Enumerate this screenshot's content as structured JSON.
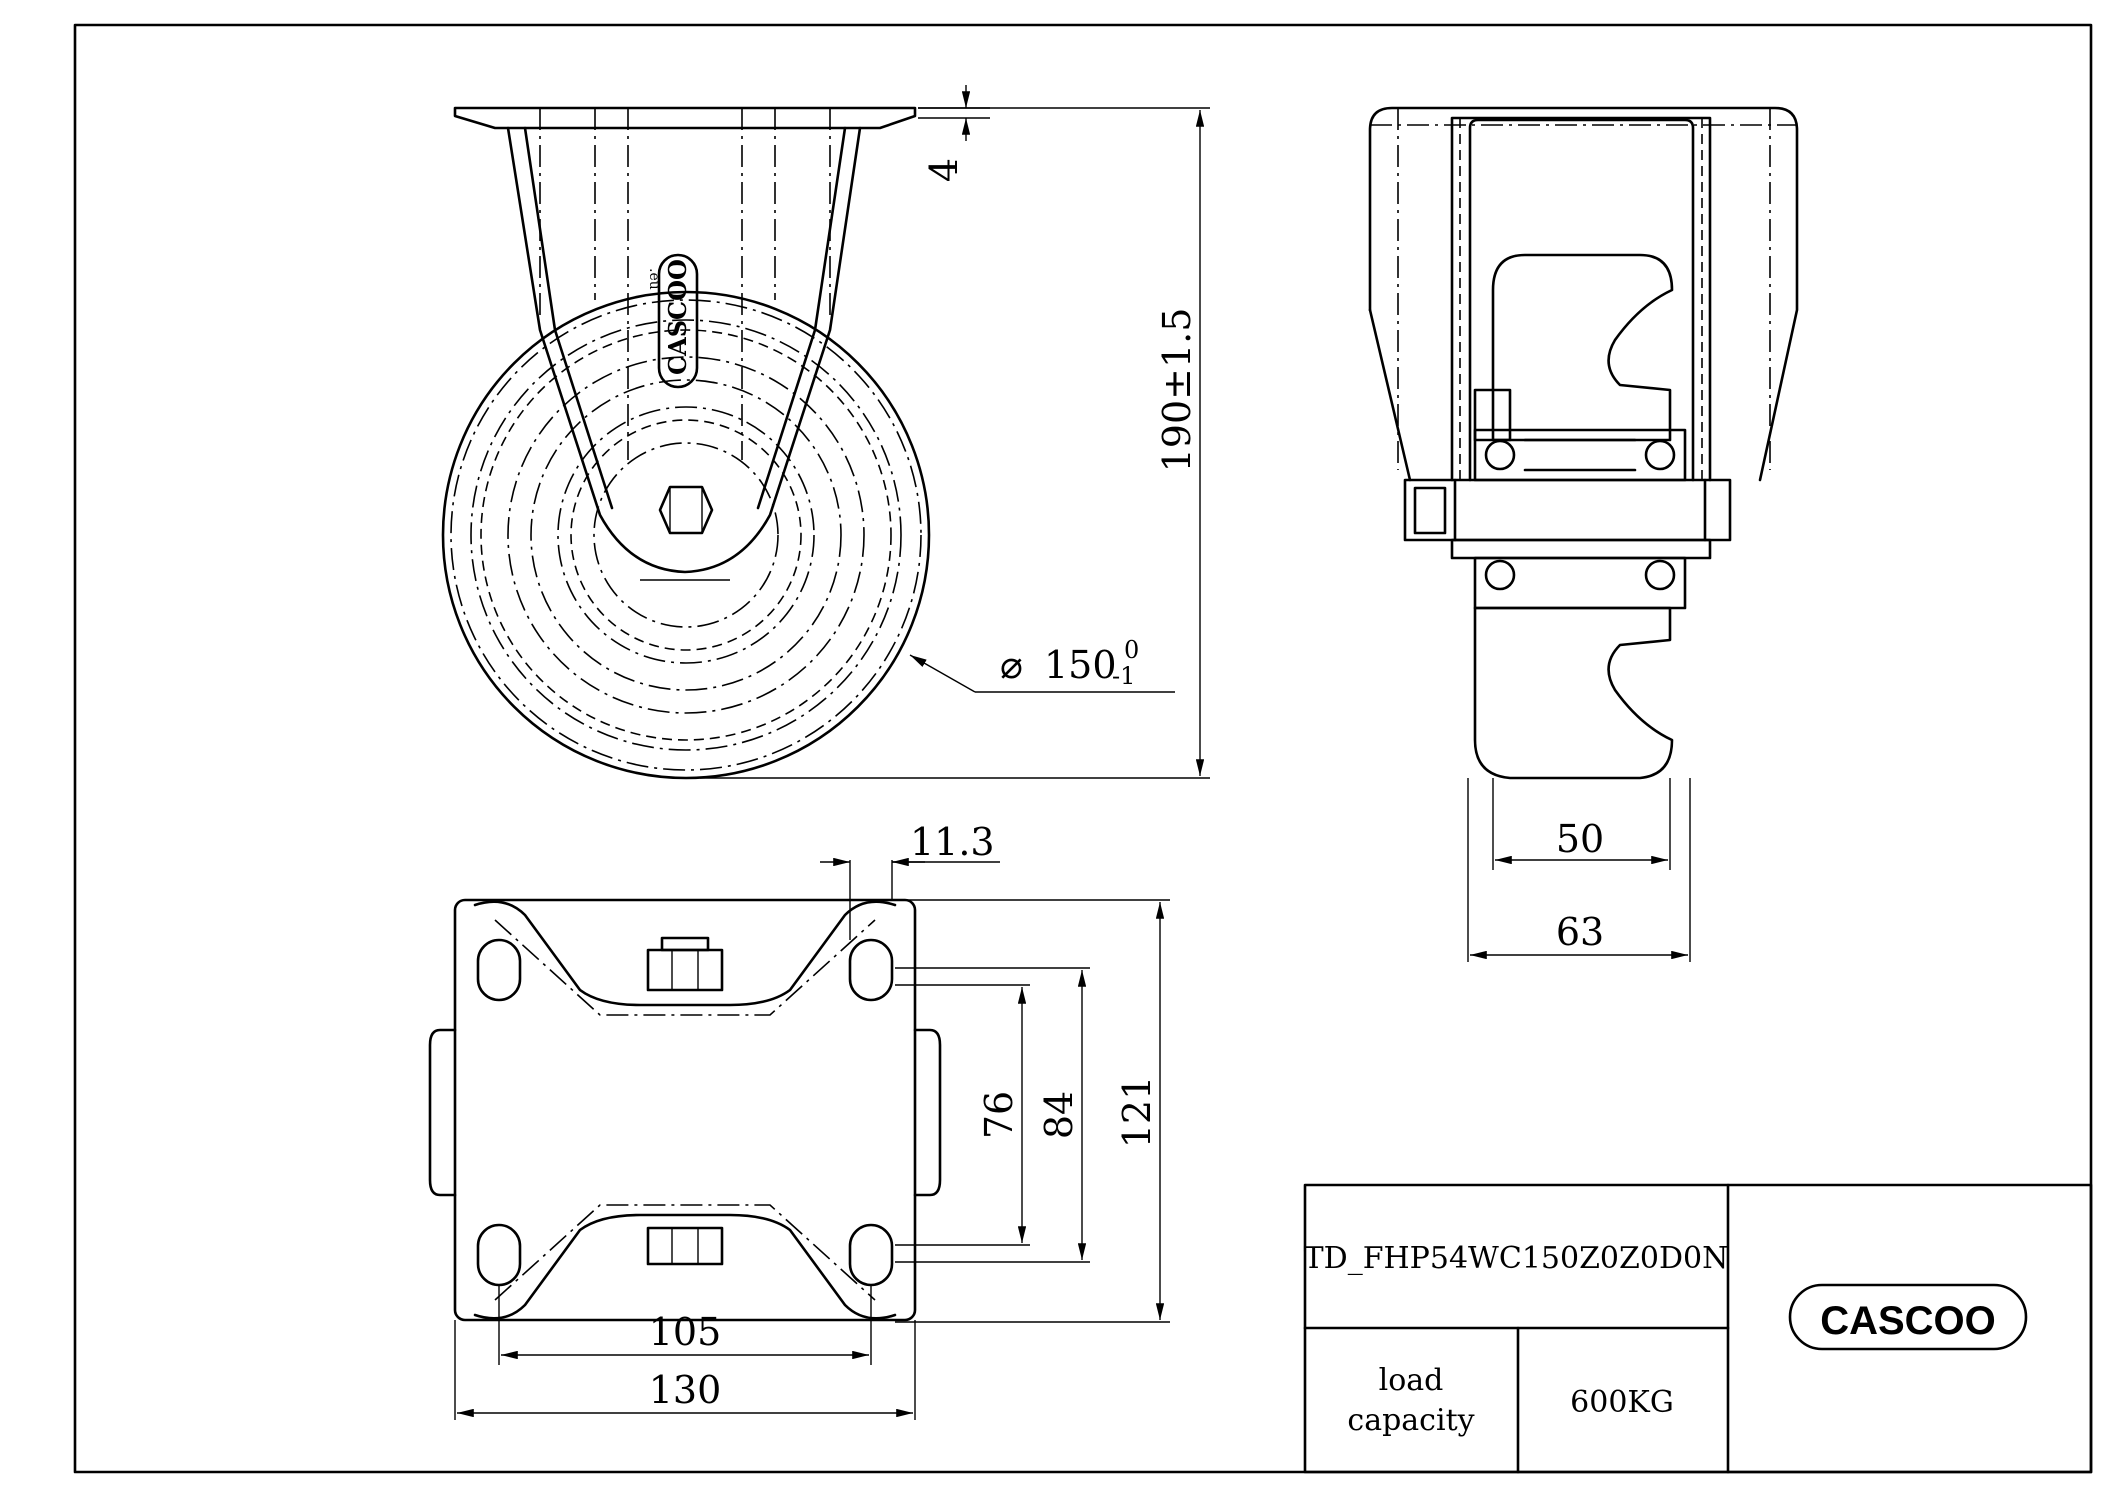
{
  "drawing": {
    "code": "TD_FHP54WC150Z0Z0D0N",
    "load_label_line1": "load",
    "load_label_line2": "capacity",
    "load_value": "600KG",
    "brand_logo": "CASCOO",
    "plate_logo_domain": ".eu"
  },
  "dimensions": {
    "plate_thickness": "4",
    "overall_height": "190±1.5",
    "wheel_diameter": "150",
    "wheel_tol_upper": "0",
    "wheel_tol_lower": "-1",
    "hole_offset": "11.3",
    "hole_spacing_76": "76",
    "hole_spacing_84": "84",
    "plate_length": "121",
    "hole_spacing_105": "105",
    "plate_width": "130",
    "wheel_width": "50",
    "fork_width": "63"
  },
  "icons": {
    "diameter_symbol": "⌀"
  }
}
